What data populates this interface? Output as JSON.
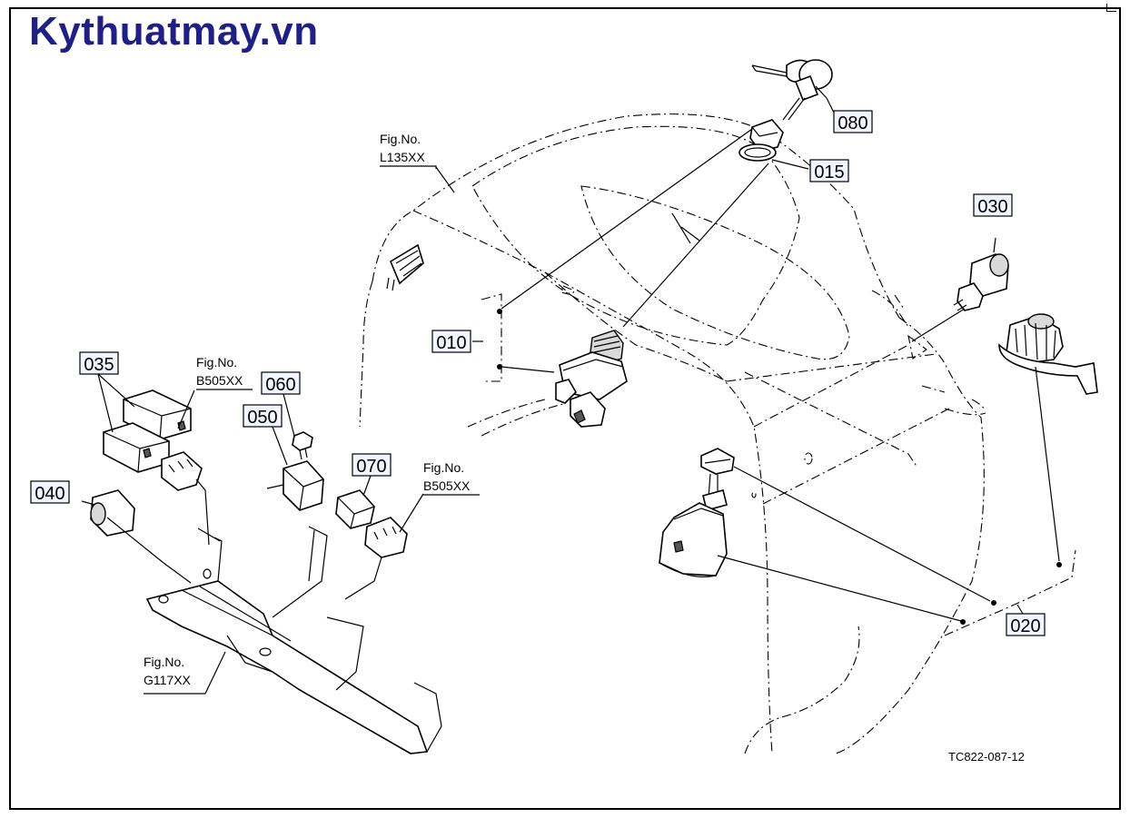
{
  "logo": {
    "text": "Kythuatmay.vn",
    "color": "#1f1f8a"
  },
  "drawing_code": "TC822-087-12",
  "part_labels": [
    {
      "id": "080",
      "text": "080"
    },
    {
      "id": "015",
      "text": "015"
    },
    {
      "id": "030",
      "text": "030"
    },
    {
      "id": "010",
      "text": "010"
    },
    {
      "id": "035",
      "text": "035"
    },
    {
      "id": "060",
      "text": "060"
    },
    {
      "id": "050",
      "text": "050"
    },
    {
      "id": "070",
      "text": "070"
    },
    {
      "id": "040",
      "text": "040"
    },
    {
      "id": "020",
      "text": "020"
    }
  ],
  "fig_refs": [
    {
      "id": "l135",
      "line1": "Fig.No.",
      "line2": "L135XX"
    },
    {
      "id": "b505a",
      "line1": "Fig.No.",
      "line2": "B505XX"
    },
    {
      "id": "b505b",
      "line1": "Fig.No.",
      "line2": "B505XX"
    },
    {
      "id": "g117",
      "line1": "Fig.No.",
      "line2": "G117XX"
    }
  ]
}
